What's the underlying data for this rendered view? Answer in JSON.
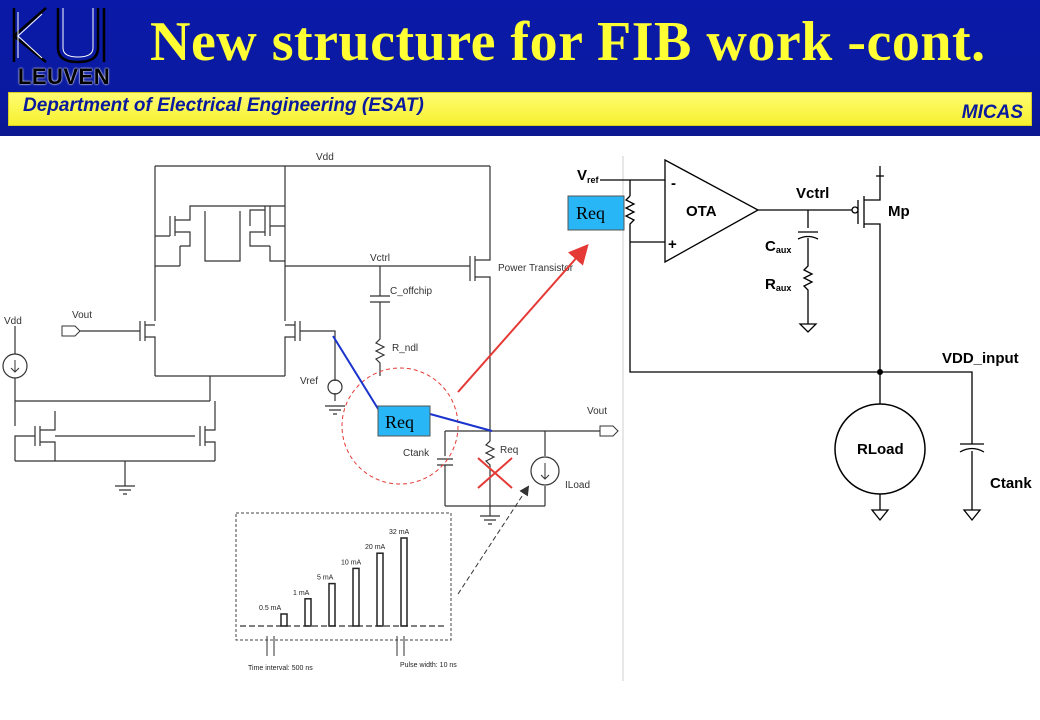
{
  "header": {
    "logo_text": "LEUVEN",
    "title": "New structure for FIB work -cont.",
    "department": "Department of Electrical Engineering (ESAT)",
    "group": "MICAS"
  },
  "colors": {
    "header_bg": "#0a1aa8",
    "title_color": "#ffff33",
    "bar_yellow": "#f7f030",
    "req_box": "#29b6f6",
    "annotation_red": "#e53935",
    "annotation_blue": "#1a33cc"
  },
  "left_schematic": {
    "vdd_top": "Vdd",
    "vctrl": "Vctrl",
    "power_transistor": "Power Transistor",
    "c_offchip": "C_offchip",
    "r_ndl": "R_ndl",
    "vout_in": "Vout",
    "vdd_left": "Vdd",
    "vref": "Vref",
    "req_box": "Req",
    "vout_out": "Vout",
    "ctank": "Ctank",
    "req": "Req",
    "iload": "ILoad"
  },
  "pulse_inset": {
    "pulses": [
      {
        "label": "0.5 mA",
        "value_ma": 0.5
      },
      {
        "label": "1 mA",
        "value_ma": 1
      },
      {
        "label": "5 mA",
        "value_ma": 5
      },
      {
        "label": "10 mA",
        "value_ma": 10
      },
      {
        "label": "20 mA",
        "value_ma": 20
      },
      {
        "label": "32 mA",
        "value_ma": 32
      }
    ],
    "time_interval": "Time interval: 500 ns",
    "pulse_width": "Pulse width: 10 ns"
  },
  "right_schematic": {
    "vref_main": "V",
    "vref_sub": "ref",
    "req_box": "Req",
    "minus": "-",
    "plus": "+",
    "ota": "OTA",
    "vctrl": "Vctrl",
    "mp": "Mp",
    "caux_main": "C",
    "caux_sub": "aux",
    "raux_main": "R",
    "raux_sub": "aux",
    "vdd_input": "VDD_input",
    "rload": "RLoad",
    "ctank": "Ctank"
  }
}
